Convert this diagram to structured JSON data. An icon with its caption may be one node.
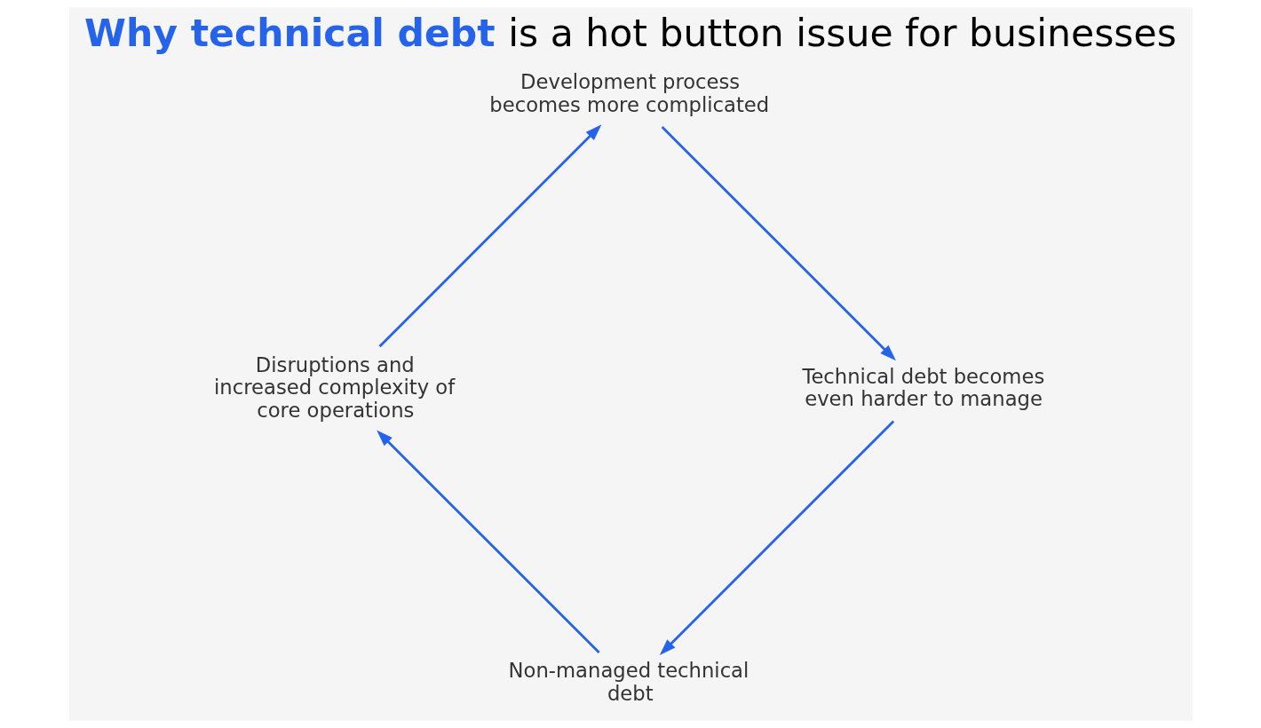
{
  "diagram": {
    "title": "**Why technical debt** is a hot button issue for businesses",
    "nodes": [
      {
        "text": [
          "Non-managed technical debt"
        ]
      },
      {
        "text": [
          "Disruptions and increased complexity of core operations"
        ]
      },
      {
        "text": [
          "Development process becomes more complicated"
        ]
      },
      {
        "text": [
          "Technical debt becomes even harder to manage"
        ]
      }
    ],
    "edges": [
      {
        "from": 0,
        "to": 1,
        "arrow": "to"
      },
      {
        "from": 1,
        "to": 2,
        "arrow": "to"
      },
      {
        "from": 2,
        "to": 3,
        "arrow": "to"
      },
      {
        "from": 3,
        "to": 0,
        "arrow": "to"
      }
    ]
  }
}
